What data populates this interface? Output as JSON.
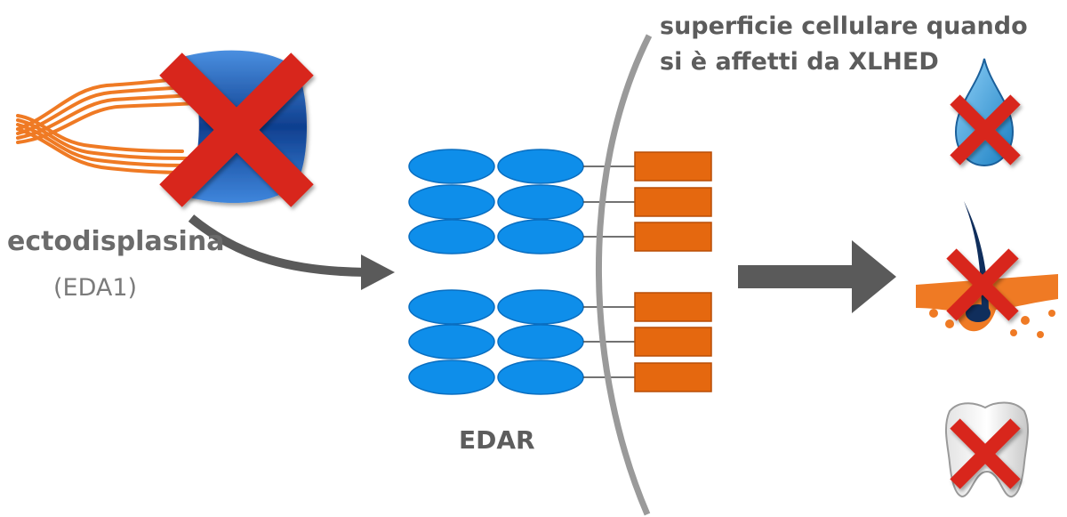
{
  "ligand": {
    "name": "ectodisplasina",
    "abbreviation": "(EDA1)"
  },
  "receptor": {
    "name": "EDAR"
  },
  "membrane": {
    "caption_line1": "superficie cellulare quando",
    "caption_line2": "si è affetti da XLHED"
  },
  "outcomes": [
    "sweat-gland-blocked",
    "hair-follicle-blocked",
    "tooth-blocked"
  ],
  "colors": {
    "ligand_stroke": "#ef7a24",
    "ligand_head": "#2a6cc0",
    "cross": "#d8271c",
    "receptor_domain": "#0e8eea",
    "receptor_box": "#e5680f",
    "arrow": "#5a5a5a",
    "membrane": "#9a9a9a",
    "text": "#666666"
  }
}
